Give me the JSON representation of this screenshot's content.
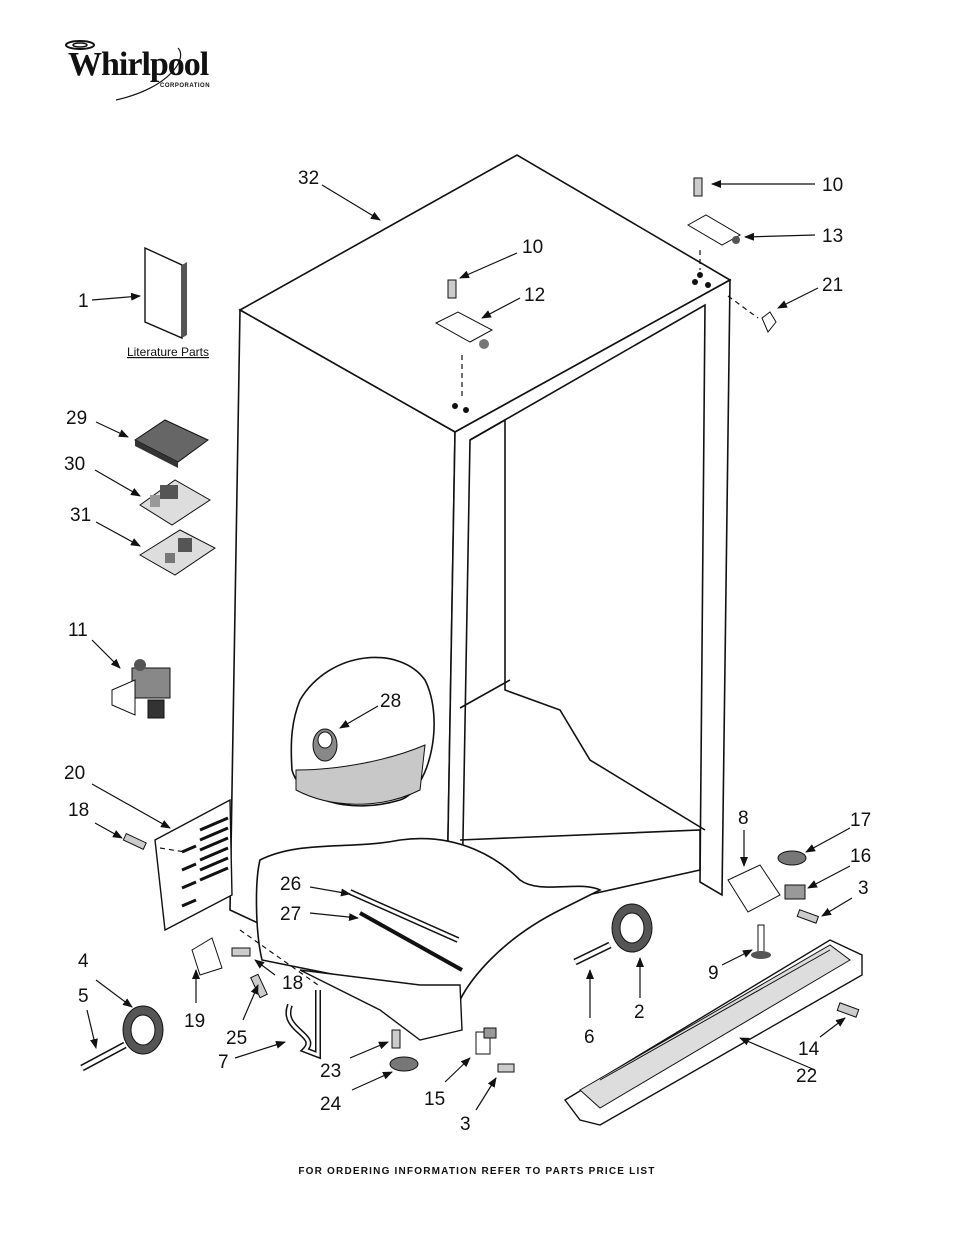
{
  "brand": {
    "name": "Whirlpool",
    "corporation": "CORPORATION"
  },
  "footer": "FOR ORDERING INFORMATION REFER TO PARTS PRICE LIST",
  "literature_label": "Literature Parts",
  "callouts": [
    {
      "id": "c32",
      "label": "32"
    },
    {
      "id": "c10a",
      "label": "10"
    },
    {
      "id": "c13",
      "label": "13"
    },
    {
      "id": "c21",
      "label": "21"
    },
    {
      "id": "c10b",
      "label": "10"
    },
    {
      "id": "c12",
      "label": "12"
    },
    {
      "id": "c1",
      "label": "1"
    },
    {
      "id": "c29",
      "label": "29"
    },
    {
      "id": "c30",
      "label": "30"
    },
    {
      "id": "c31",
      "label": "31"
    },
    {
      "id": "c11",
      "label": "11"
    },
    {
      "id": "c28",
      "label": "28"
    },
    {
      "id": "c20",
      "label": "20"
    },
    {
      "id": "c18a",
      "label": "18"
    },
    {
      "id": "c8",
      "label": "8"
    },
    {
      "id": "c17",
      "label": "17"
    },
    {
      "id": "c16",
      "label": "16"
    },
    {
      "id": "c3a",
      "label": "3"
    },
    {
      "id": "c26",
      "label": "26"
    },
    {
      "id": "c27",
      "label": "27"
    },
    {
      "id": "c9",
      "label": "9"
    },
    {
      "id": "c4",
      "label": "4"
    },
    {
      "id": "c5",
      "label": "5"
    },
    {
      "id": "c19",
      "label": "19"
    },
    {
      "id": "c18b",
      "label": "18"
    },
    {
      "id": "c25",
      "label": "25"
    },
    {
      "id": "c7",
      "label": "7"
    },
    {
      "id": "c23",
      "label": "23"
    },
    {
      "id": "c24",
      "label": "24"
    },
    {
      "id": "c15",
      "label": "15"
    },
    {
      "id": "c3b",
      "label": "3"
    },
    {
      "id": "c6",
      "label": "6"
    },
    {
      "id": "c2",
      "label": "2"
    },
    {
      "id": "c14",
      "label": "14"
    },
    {
      "id": "c22",
      "label": "22"
    }
  ]
}
